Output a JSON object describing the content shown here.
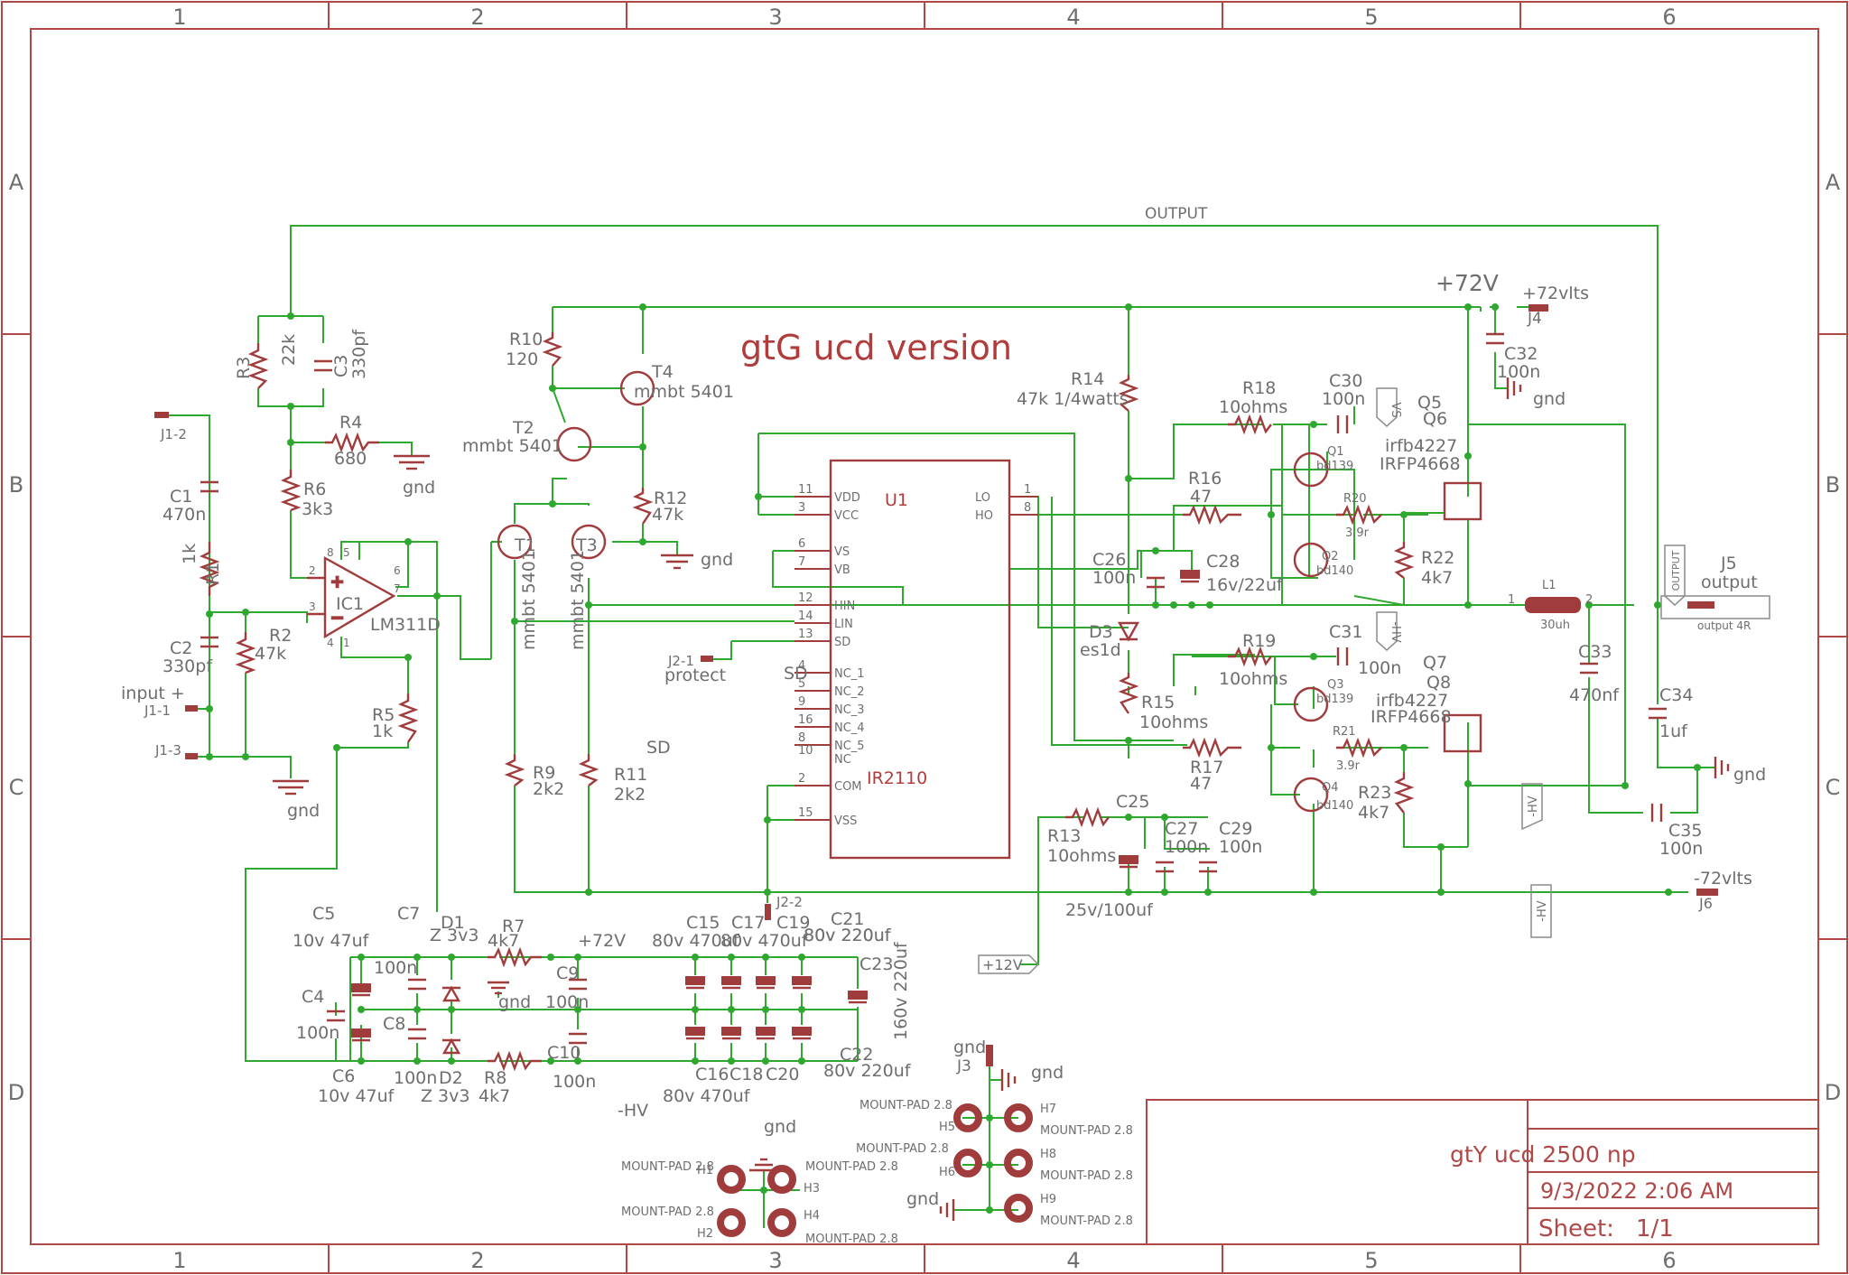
{
  "title": "gtG ucd version",
  "title_block": {
    "name": "gtY ucd 2500 np",
    "date": "9/3/2022 2:06 AM",
    "sheet_label": "Sheet:",
    "sheet_value": "1/1"
  },
  "frame": {
    "columns": [
      "1",
      "2",
      "3",
      "4",
      "5",
      "6"
    ],
    "rows": [
      "A",
      "B",
      "C",
      "D"
    ]
  },
  "nets": {
    "output": "OUTPUT",
    "plus72_big": "+72V",
    "plus72_small": "+72V",
    "minus_hv": "-HV",
    "sd": "SD",
    "gnd": "gnd"
  },
  "ports": {
    "vs": "VS",
    "hv_top": "-HV",
    "hv_mid": "-HV",
    "hv_low": "-HV",
    "plus12": "+12V",
    "j5_out": "OUTPUT"
  },
  "connectors": {
    "j1_2": "J1-2",
    "j1_1": "J1-1",
    "j1_3": "J1-3",
    "input": "input +",
    "j2_1": "J2-1",
    "protect": "protect",
    "j2_2": "J2-2",
    "j4_label": "+72vlts",
    "j4": "J4",
    "j6_label": "-72vlts",
    "j6": "J6",
    "j5": "J5",
    "j5_name": "output",
    "j5_sub": "output 4R",
    "j3": "J3"
  },
  "ic": {
    "ir2110_ref": "U1",
    "ir2110_val": "IR2110",
    "ir2110_left_pins": [
      {
        "num": "11",
        "name": "VDD"
      },
      {
        "num": "3",
        "name": "VCC"
      },
      {
        "num": "6",
        "name": "VS"
      },
      {
        "num": "7",
        "name": "VB"
      },
      {
        "num": "12",
        "name": "HIN"
      },
      {
        "num": "14",
        "name": "LIN"
      },
      {
        "num": "13",
        "name": "SD"
      },
      {
        "num": "4",
        "name": "NC_1"
      },
      {
        "num": "5",
        "name": "NC_2"
      },
      {
        "num": "9",
        "name": "NC_3"
      },
      {
        "num": "16",
        "name": "NC_4"
      },
      {
        "num": "8",
        "name": "NC_5"
      },
      {
        "num": "10",
        "name": "NC"
      },
      {
        "num": "2",
        "name": "COM"
      },
      {
        "num": "15",
        "name": "VSS"
      }
    ],
    "ir2110_right_pins": [
      {
        "num": "1",
        "name": "LO"
      },
      {
        "num": "8",
        "name": "HO"
      }
    ],
    "sd_overlay": "SD",
    "lm311_ref": "IC1",
    "lm311_val": "LM311D",
    "lm311_pins": {
      "p8": "8",
      "p5": "5",
      "p6": "6",
      "p7": "7",
      "p2": "2",
      "p3": "3",
      "p4": "4",
      "p1": "1"
    }
  },
  "resistors": [
    {
      "ref": "R1",
      "val": "1k"
    },
    {
      "ref": "R2",
      "val": "47k"
    },
    {
      "ref": "R3",
      "val": "22k"
    },
    {
      "ref": "R4",
      "val": "680"
    },
    {
      "ref": "R5",
      "val": "1k"
    },
    {
      "ref": "R6",
      "val": "3k3"
    },
    {
      "ref": "R7",
      "val": "4k7"
    },
    {
      "ref": "R8",
      "val": "4k7"
    },
    {
      "ref": "R9",
      "val": "2k2"
    },
    {
      "ref": "R10",
      "val": "120"
    },
    {
      "ref": "R11",
      "val": "2k2"
    },
    {
      "ref": "R12",
      "val": "47k"
    },
    {
      "ref": "R13",
      "val": "10ohms"
    },
    {
      "ref": "R14",
      "val": "47k 1/4watts"
    },
    {
      "ref": "R15",
      "val": "10ohms"
    },
    {
      "ref": "R16",
      "val": "47"
    },
    {
      "ref": "R17",
      "val": "47"
    },
    {
      "ref": "R18",
      "val": "10ohms"
    },
    {
      "ref": "R19",
      "val": "10ohms"
    },
    {
      "ref": "R20",
      "val": "3.9r"
    },
    {
      "ref": "R21",
      "val": "3.9r"
    },
    {
      "ref": "R22",
      "val": "4k7"
    },
    {
      "ref": "R23",
      "val": "4k7"
    }
  ],
  "capacitors": [
    {
      "ref": "C1",
      "val": "470n"
    },
    {
      "ref": "C2",
      "val": "330pf"
    },
    {
      "ref": "C3",
      "val": "330pf"
    },
    {
      "ref": "C4",
      "val": "100n"
    },
    {
      "ref": "C5",
      "val": "10v 47uf"
    },
    {
      "ref": "C6",
      "val": "10v 47uf"
    },
    {
      "ref": "C7",
      "val": "100n"
    },
    {
      "ref": "C8",
      "val": "100n"
    },
    {
      "ref": "C9",
      "val": "100n"
    },
    {
      "ref": "C10",
      "val": "100n"
    },
    {
      "ref": "C15",
      "val": "80v 470uf"
    },
    {
      "ref": "C16",
      "val": "80v 470uf"
    },
    {
      "ref": "C17",
      "val": "80v 470uf"
    },
    {
      "ref": "C18",
      "val": ""
    },
    {
      "ref": "C19",
      "val": "80v 220uf"
    },
    {
      "ref": "C20",
      "val": ""
    },
    {
      "ref": "C21",
      "val": "80v 220uf"
    },
    {
      "ref": "C22",
      "val": "80v 220uf"
    },
    {
      "ref": "C23",
      "val": "160v 220uf"
    },
    {
      "ref": "C25",
      "val": "25v/100uf"
    },
    {
      "ref": "C26",
      "val": "100n"
    },
    {
      "ref": "C27",
      "val": "100n"
    },
    {
      "ref": "C28",
      "val": "16v/22uf"
    },
    {
      "ref": "C29",
      "val": "100n"
    },
    {
      "ref": "C30",
      "val": "100n"
    },
    {
      "ref": "C31",
      "val": "100n"
    },
    {
      "ref": "C32",
      "val": "100n"
    },
    {
      "ref": "C33",
      "val": "470nf"
    },
    {
      "ref": "C34",
      "val": "1uf"
    },
    {
      "ref": "C35",
      "val": "100n"
    }
  ],
  "semis": [
    {
      "ref": "T1",
      "val": "mmbt 5401"
    },
    {
      "ref": "T2",
      "val": "mmbt 5401"
    },
    {
      "ref": "T3",
      "val": "mmbt 5401"
    },
    {
      "ref": "T4",
      "val": "mmbt 5401"
    },
    {
      "ref": "Q1",
      "val": "bd139"
    },
    {
      "ref": "Q2",
      "val": "bd140"
    },
    {
      "ref": "Q3",
      "val": "bd139"
    },
    {
      "ref": "Q4",
      "val": "bd140"
    },
    {
      "ref": "Q5",
      "val": "Q6"
    },
    {
      "ref": "Q7",
      "val": "Q8"
    },
    {
      "ref": "irfb_top",
      "val": "irfb4227"
    },
    {
      "ref": "irfp_top",
      "val": "IRFP4668"
    },
    {
      "ref": "irfb_bot",
      "val": "irfb4227"
    },
    {
      "ref": "irfp_bot",
      "val": "IRFP4668"
    },
    {
      "ref": "D1",
      "val": "Z 3v3"
    },
    {
      "ref": "D2",
      "val": "Z 3v3"
    },
    {
      "ref": "D3",
      "val": "es1d"
    }
  ],
  "inductor": {
    "ref": "L1",
    "val": "30uh",
    "pin1": "1",
    "pin2": "2"
  },
  "mount_pads": [
    {
      "ref": "H1",
      "val": "MOUNT-PAD 2.8"
    },
    {
      "ref": "H2",
      "val": "MOUNT-PAD 2.8"
    },
    {
      "ref": "H3",
      "val": "MOUNT-PAD 2.8"
    },
    {
      "ref": "H4",
      "val": "MOUNT-PAD 2.8"
    },
    {
      "ref": "H5",
      "val": "MOUNT-PAD 2.8"
    },
    {
      "ref": "H6",
      "val": "MOUNT-PAD 2.8"
    },
    {
      "ref": "H7",
      "val": "MOUNT-PAD 2.8"
    },
    {
      "ref": "H8",
      "val": "MOUNT-PAD 2.8"
    },
    {
      "ref": "H9",
      "val": "MOUNT-PAD 2.8"
    }
  ]
}
